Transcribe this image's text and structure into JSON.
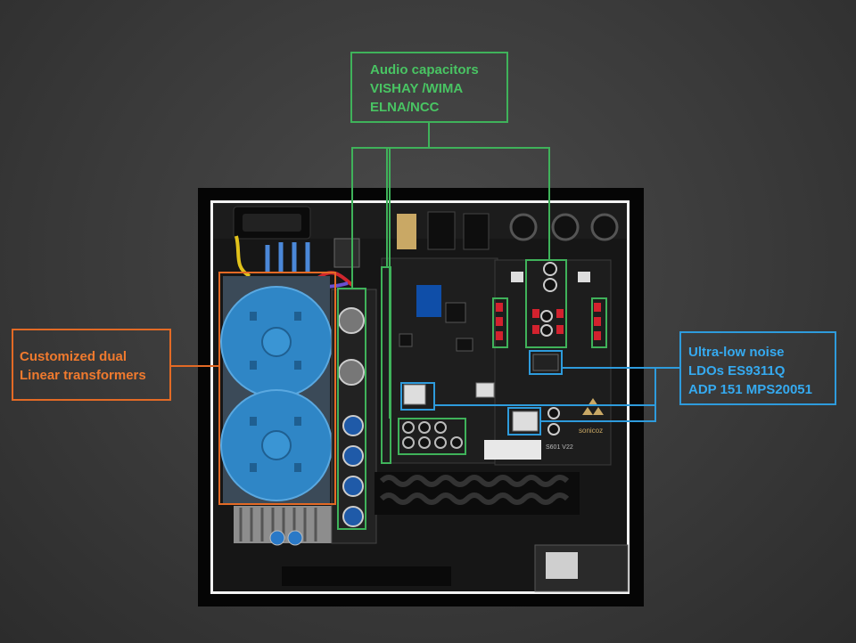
{
  "labels": {
    "audio_capacitors": [
      "Audio capacitors",
      "VISHAY /WIMA",
      "ELNA/NCC"
    ],
    "transformers": [
      "Customized dual",
      "Linear transformers"
    ],
    "ldos": [
      "Ultra-low noise",
      "LDOs ES9311Q",
      "ADP 151 MPS20051"
    ]
  },
  "board_markings": {
    "brand": "sonicoz",
    "model": "S601 V22"
  },
  "colors": {
    "capacitor_callout": "#49c463",
    "transformer_callout": "#f07a2e",
    "ldo_callout": "#35aaf0",
    "transformer_body": "#2f86c6",
    "pcb": "#1e1e1e"
  }
}
